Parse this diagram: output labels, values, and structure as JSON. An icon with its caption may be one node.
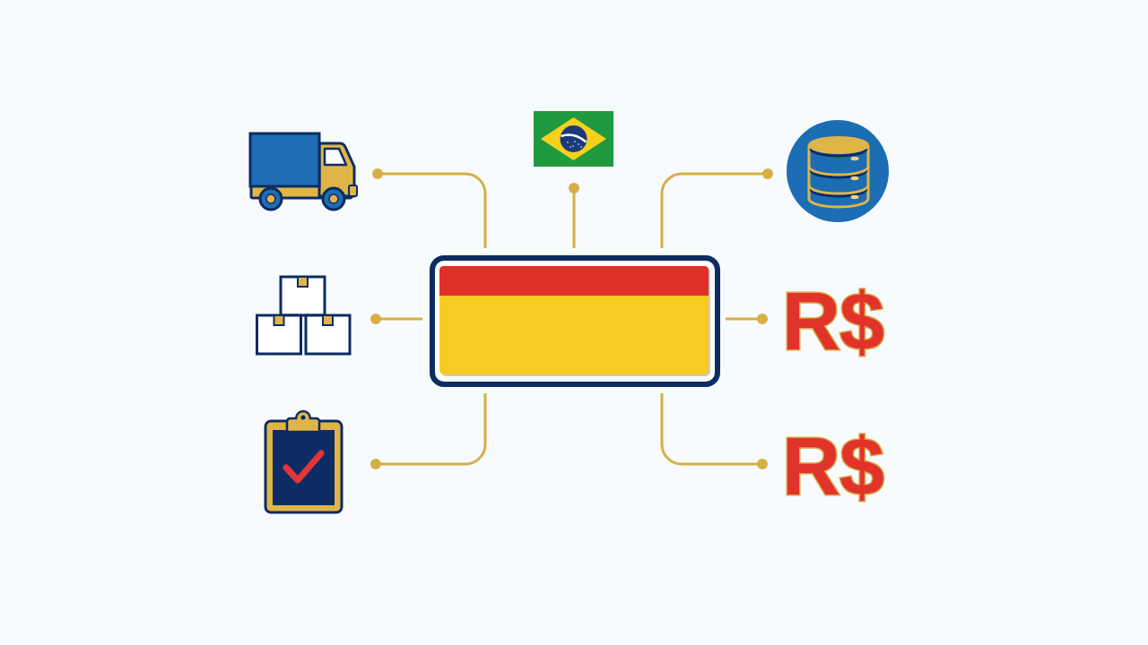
{
  "diagram": {
    "nodes": [
      {
        "text": [],
        "shape": "picture"
      },
      {
        "text": [],
        "shape": "picture"
      },
      {
        "text": [],
        "shape": "picture"
      },
      {
        "text": [],
        "shape": "picture"
      },
      {
        "text": [],
        "shape": "box"
      },
      {
        "text": [
          "R$"
        ]
      },
      {
        "text": [],
        "shape": "picture"
      },
      {
        "text": [
          "R$"
        ]
      }
    ],
    "edges": [
      {
        "from": 4,
        "to": 0,
        "arrow": "other"
      },
      {
        "from": 4,
        "to": 1,
        "arrow": "other"
      },
      {
        "from": 4,
        "to": 2,
        "arrow": "other"
      },
      {
        "from": 4,
        "to": 3,
        "arrow": "other"
      },
      {
        "from": 4,
        "to": 5,
        "arrow": "other"
      },
      {
        "from": 4,
        "to": 6,
        "arrow": "other"
      },
      {
        "from": 4,
        "to": 7,
        "arrow": "other"
      }
    ]
  }
}
